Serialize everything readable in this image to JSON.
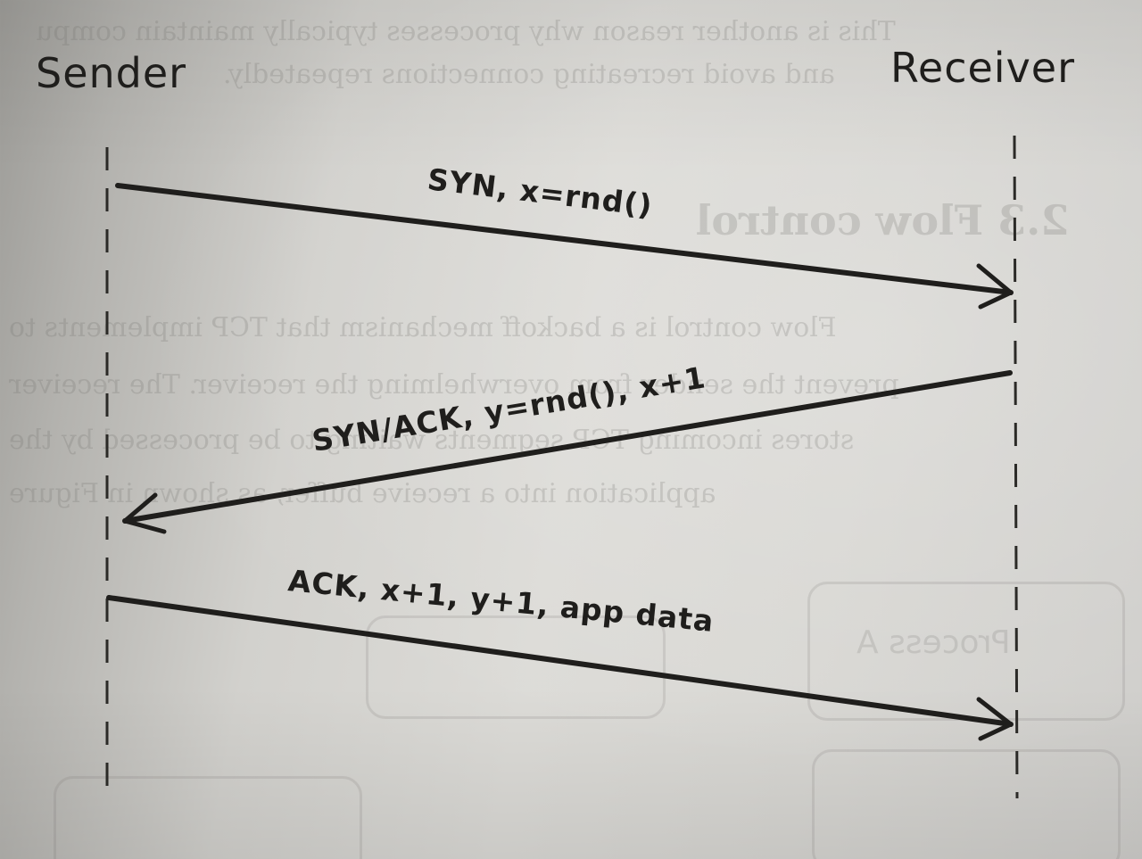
{
  "participants": {
    "sender": "Sender",
    "receiver": "Receiver"
  },
  "messages": [
    {
      "label": "SYN, x=rnd()",
      "from": "Sender",
      "to": "Receiver"
    },
    {
      "label": "SYN/ACK, y=rnd(), x+1",
      "from": "Receiver",
      "to": "Sender"
    },
    {
      "label": "ACK, x+1, y+1, app data",
      "from": "Sender",
      "to": "Receiver"
    }
  ],
  "colors": {
    "ink": "#1f1e1c",
    "paper": "#d6d5d1"
  }
}
